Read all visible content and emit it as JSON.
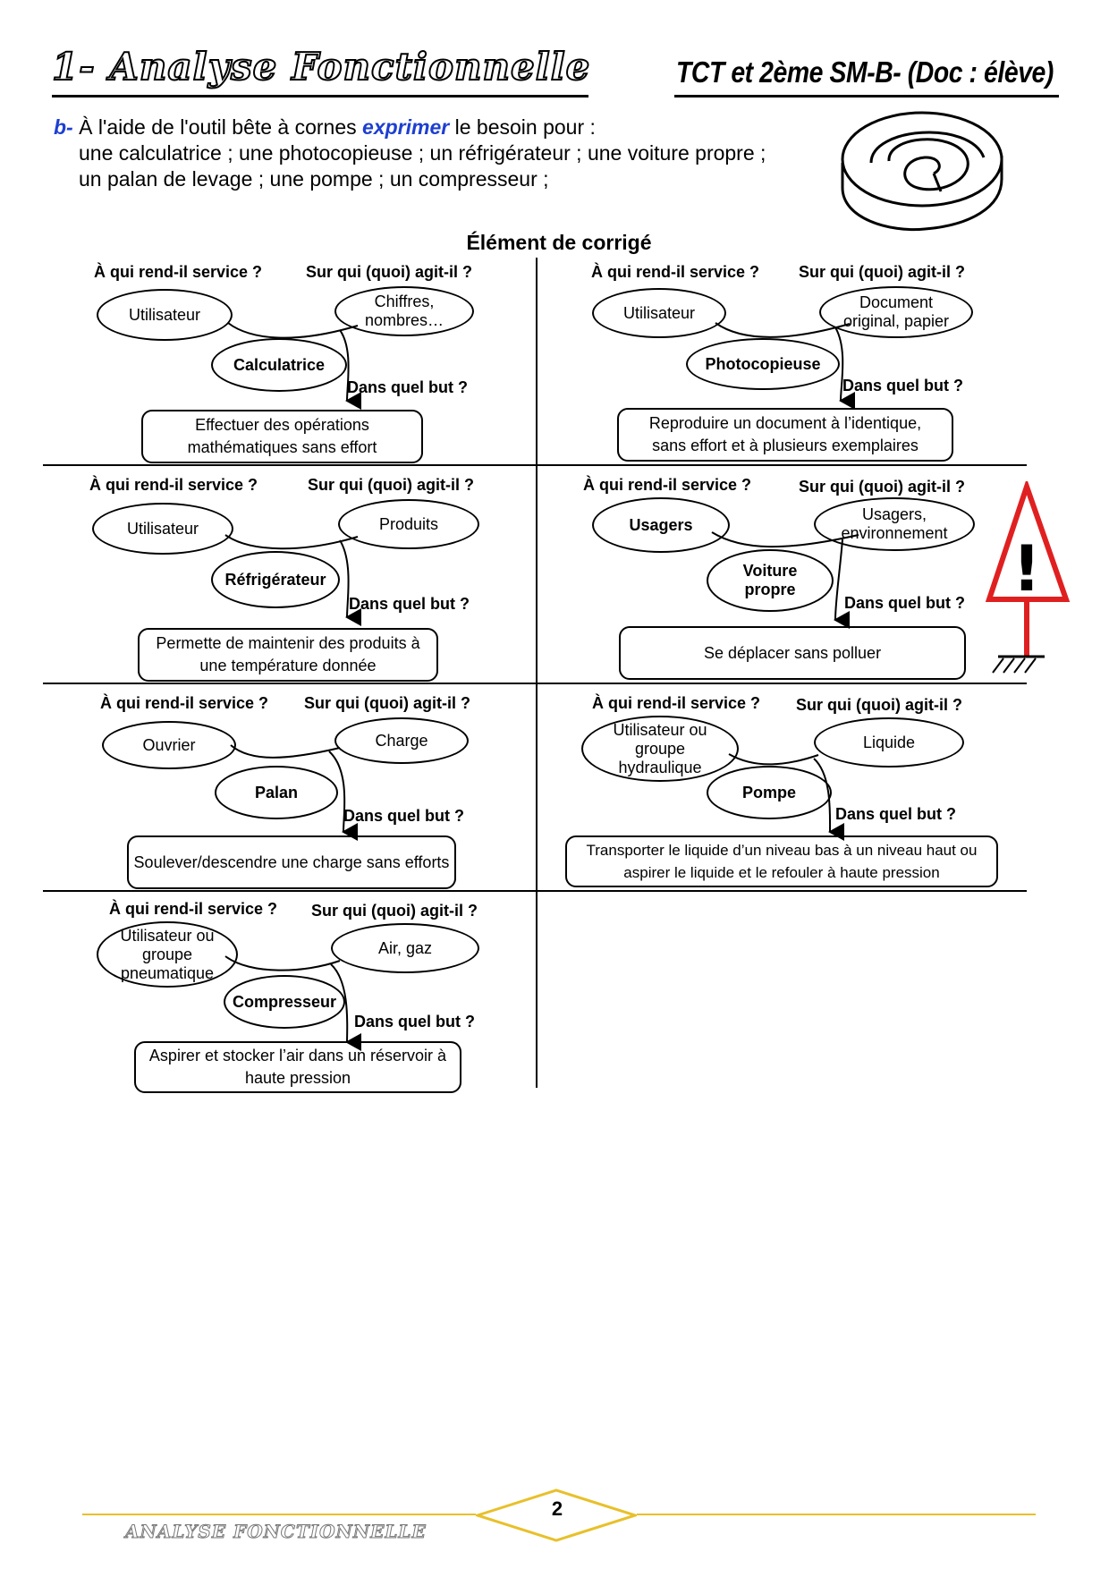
{
  "header": {
    "title": "1- Analyse Fonctionnelle",
    "right": "TCT et 2ème SM-B- (Doc : élève)"
  },
  "intro": {
    "label": "b-",
    "pre": " À l'aide de l'outil bête à cornes ",
    "keyword": "exprimer",
    "post": " le besoin pour :",
    "line2": "une calculatrice ; une photocopieuse ; un réfrigérateur ; une voiture propre ;",
    "line3": "un palan de levage ; une pompe ; un compresseur ;"
  },
  "correction_title": "Élément de corrigé",
  "questions": {
    "q1": "À qui rend-il service ?",
    "q2": "Sur qui (quoi) agit-il ?",
    "q3": "Dans quel but ?"
  },
  "diagrams": [
    {
      "user": "Utilisateur",
      "matter": "Chiffres, nombres…",
      "product": "Calculatrice",
      "goal": "Effectuer des opérations mathématiques sans effort"
    },
    {
      "user": "Utilisateur",
      "matter": "Document original, papier",
      "product": "Photocopieuse",
      "goal": "Reproduire un document à l’identique, sans effort et à plusieurs exemplaires"
    },
    {
      "user": "Utilisateur",
      "matter": "Produits",
      "product": "Réfrigérateur",
      "goal": "Permette de maintenir des produits à une température donnée"
    },
    {
      "user": "Usagers",
      "matter": "Usagers, environnement",
      "product": "Voiture propre",
      "goal": "Se déplacer sans polluer"
    },
    {
      "user": "Ouvrier",
      "matter": "Charge",
      "product": "Palan",
      "goal": "Soulever/descendre une charge sans efforts"
    },
    {
      "user": "Utilisateur ou groupe hydraulique",
      "matter": "Liquide",
      "product": "Pompe",
      "goal": "Transporter le liquide d’un niveau bas à un niveau haut ou aspirer le liquide et le refouler à haute pression"
    },
    {
      "user": "Utilisateur ou groupe pneumatique",
      "matter": "Air, gaz",
      "product": "Compresseur",
      "goal": "Aspirer et stocker l’air dans un réservoir à haute pression"
    }
  ],
  "warning_sign": {
    "symbol": "!",
    "color": "#e02020"
  },
  "footer": {
    "text": "ANALYSE FONCTIONNELLE",
    "page": "2",
    "line_color": "#e8c02a"
  }
}
